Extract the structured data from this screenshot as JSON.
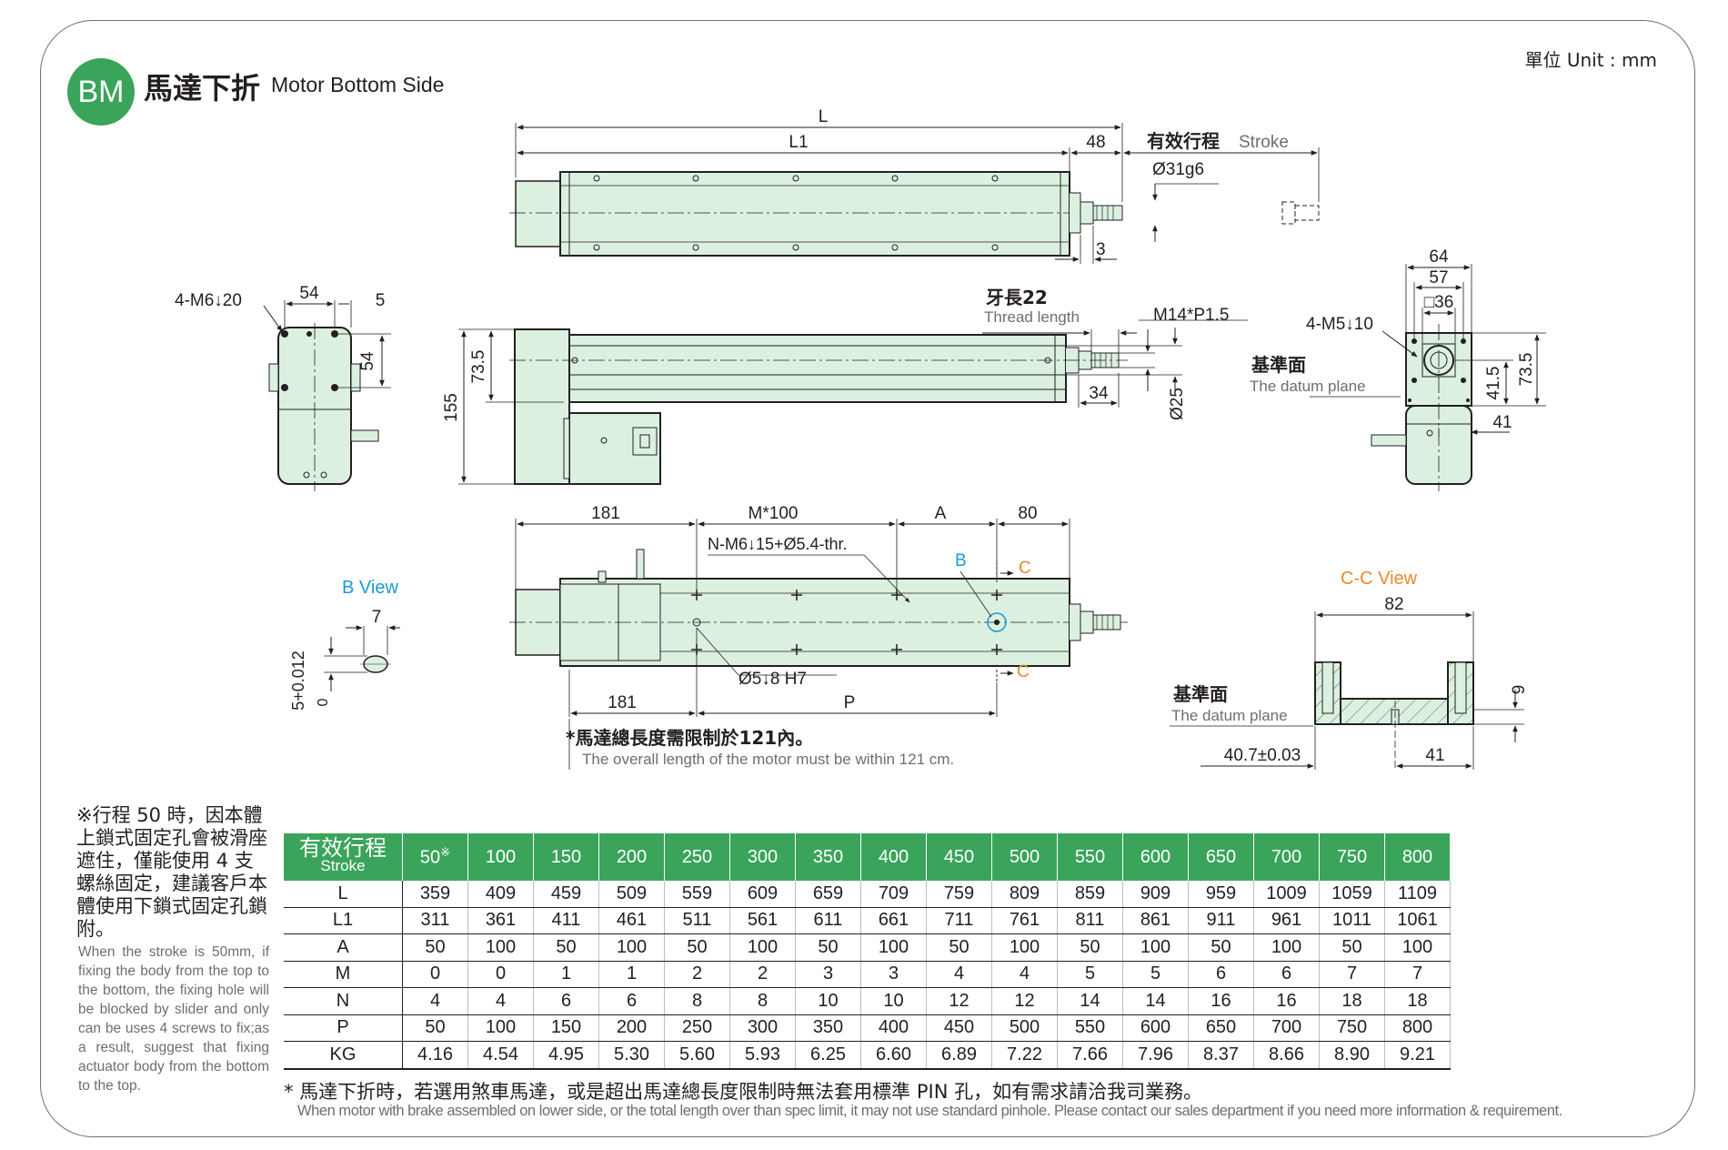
{
  "header": {
    "badge": "BM",
    "title_zh": "馬達下折",
    "title_en": "Motor Bottom Side",
    "unit": "單位 Unit : mm"
  },
  "drawing": {
    "top_view": {
      "L": "L",
      "L1": "L1",
      "d48": "48",
      "stroke_zh": "有效行程",
      "stroke_en": "Stroke",
      "dia": "Ø31g6",
      "d3": "3"
    },
    "end_view": {
      "hole": "4-M6↓20",
      "d54": "54",
      "d5": "5",
      "d54v": "54"
    },
    "side_view": {
      "thread_zh": "牙長22",
      "thread_en": "Thread length",
      "thread_spec": "M14*P1.5",
      "d73": "73.5",
      "d155": "155",
      "d34": "34",
      "d25": "Ø25"
    },
    "right_view": {
      "d64": "64",
      "d57": "57",
      "d36": "□36",
      "hole": "4-M5↓10",
      "datum_zh": "基準面",
      "datum_en": "The datum plane",
      "d415": "41.5",
      "d735": "73.5",
      "d41": "41"
    },
    "bottom_view": {
      "d181": "181",
      "m100": "M*100",
      "A": "A",
      "d80": "80",
      "nhole": "N-M6↓15+Ø5.4-thr.",
      "B": "B",
      "C1": "C",
      "C2": "C",
      "pin": "Ø5↓8 H7",
      "d181b": "181",
      "P": "P",
      "note_zh": "*馬達總長度需限制於121內。",
      "note_en": "The overall length of the motor must be within 121 cm."
    },
    "b_view": {
      "label": "B View",
      "d7": "7",
      "tol": "5+0.012",
      "tol0": "0"
    },
    "cc_view": {
      "label": "C-C View",
      "d82": "82",
      "d9": "9",
      "datum_zh": "基準面",
      "datum_en": "The datum plane",
      "d407": "40.7±0.03",
      "d41": "41"
    }
  },
  "note": {
    "zh": "※行程 50 時，因本體上鎖式固定孔會被滑座遮住，僅能使用 4 支螺絲固定，建議客戶本體使用下鎖式固定孔鎖附。",
    "en": "When the stroke is 50mm, if fixing the body from the top to the bottom, the fixing hole will be blocked by slider and only can be uses 4 screws to fix;as a result, suggest that fixing actuator body from the bottom to the top."
  },
  "table": {
    "head_zh": "有效行程",
    "head_en": "Stroke",
    "columns": [
      "50",
      "100",
      "150",
      "200",
      "250",
      "300",
      "350",
      "400",
      "450",
      "500",
      "550",
      "600",
      "650",
      "700",
      "750",
      "800"
    ],
    "first_col_mark": "※",
    "rows": [
      {
        "label": "L",
        "values": [
          "359",
          "409",
          "459",
          "509",
          "559",
          "609",
          "659",
          "709",
          "759",
          "809",
          "859",
          "909",
          "959",
          "1009",
          "1059",
          "1109"
        ]
      },
      {
        "label": "L1",
        "values": [
          "311",
          "361",
          "411",
          "461",
          "511",
          "561",
          "611",
          "661",
          "711",
          "761",
          "811",
          "861",
          "911",
          "961",
          "1011",
          "1061"
        ]
      },
      {
        "label": "A",
        "values": [
          "50",
          "100",
          "50",
          "100",
          "50",
          "100",
          "50",
          "100",
          "50",
          "100",
          "50",
          "100",
          "50",
          "100",
          "50",
          "100"
        ]
      },
      {
        "label": "M",
        "values": [
          "0",
          "0",
          "1",
          "1",
          "2",
          "2",
          "3",
          "3",
          "4",
          "4",
          "5",
          "5",
          "6",
          "6",
          "7",
          "7"
        ]
      },
      {
        "label": "N",
        "values": [
          "4",
          "4",
          "6",
          "6",
          "8",
          "8",
          "10",
          "10",
          "12",
          "12",
          "14",
          "14",
          "16",
          "16",
          "18",
          "18"
        ]
      },
      {
        "label": "P",
        "values": [
          "50",
          "100",
          "150",
          "200",
          "250",
          "300",
          "350",
          "400",
          "450",
          "500",
          "550",
          "600",
          "650",
          "700",
          "750",
          "800"
        ]
      },
      {
        "label": "KG",
        "values": [
          "4.16",
          "4.54",
          "4.95",
          "5.30",
          "5.60",
          "5.93",
          "6.25",
          "6.60",
          "6.89",
          "7.22",
          "7.66",
          "7.96",
          "8.37",
          "8.66",
          "8.90",
          "9.21"
        ]
      }
    ]
  },
  "footer": {
    "zh": "* 馬達下折時，若選用煞車馬達，或是超出馬達總長度限制時無法套用標準 PIN 孔，如有需求請洽我司業務。",
    "en": "When motor with brake assembled on lower side, or the total length over than spec limit, it may not use standard pinhole. Please contact our sales department if you need more information & requirement."
  },
  "colors": {
    "green": "#3aa45a",
    "body": "#dcf0df",
    "blue": "#1a9ad6",
    "orange": "#e8892b"
  }
}
